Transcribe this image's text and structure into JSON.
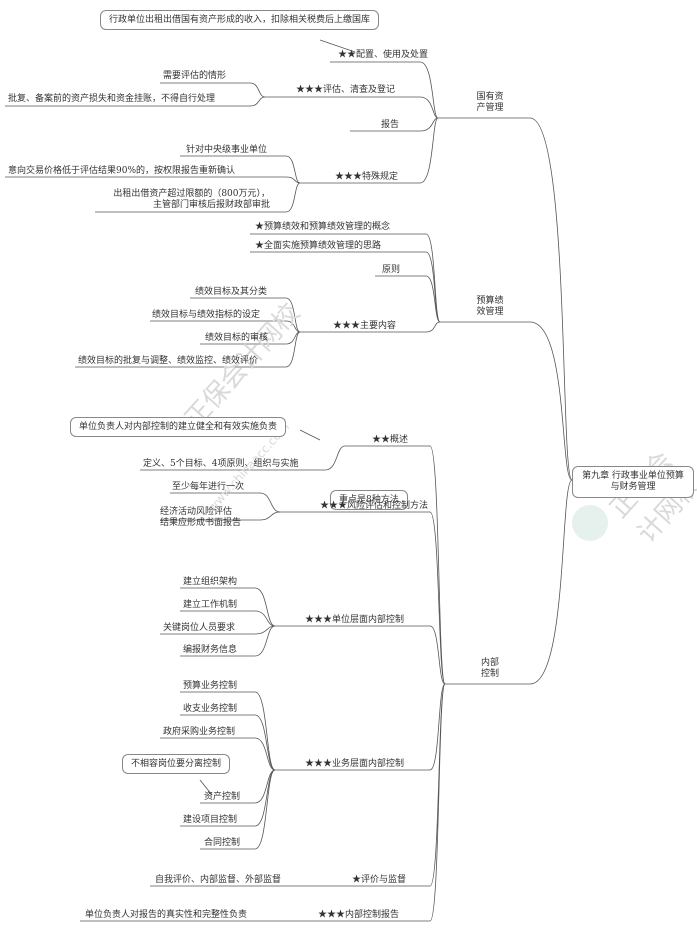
{
  "root": {
    "line1": "第九章 行政事业单位预算",
    "line2": "与财务管理"
  },
  "branches": {
    "guoyou": {
      "line1": "国有资",
      "line2": "产管理"
    },
    "yusuan": {
      "line1": "预算绩",
      "line2": "效管理"
    },
    "neibu": {
      "line1": "内部",
      "line2": "控制"
    }
  },
  "guoyou": {
    "peizhi": "★★配置、使用及处置",
    "peizhi_note": "行政单位出租出借国有资产形成的收入，扣除相关税费后上缴国库",
    "pinggu": "★★★评估、清查及登记",
    "pinggu_1": "需要评估的情形",
    "pinggu_2": "批复、备案前的资产损失和资金挂账，不得自行处理",
    "baogao": "报告",
    "teshu": "★★★特殊规定",
    "teshu_1": "针对中央级事业单位",
    "teshu_2": "意向交易价格低于评估结果90%的，按权限报告重新确认",
    "teshu_3a": "出租出借资产超过限额的（800万元），",
    "teshu_3b": "主管部门审核后报财政部审批"
  },
  "yusuan": {
    "gainian": "★预算绩效和预算绩效管理的概念",
    "silu": "★全面实施预算绩效管理的思路",
    "yuanze": "原则",
    "neirong": "★★★主要内容",
    "neirong_1": "绩效目标及其分类",
    "neirong_2": "绩效目标与绩效指标的设定",
    "neirong_3": "绩效目标的审核",
    "neirong_4": "绩效目标的批复与调整、绩效监控、绩效评价"
  },
  "neibu": {
    "gaishu": "★★概述",
    "gaishu_note": "单位负责人对内部控制的建立健全和有效实施负责",
    "gaishu_1": "定义、5个目标、4项原则、组织与实施",
    "fengxian": "★★★风险评估和控制方法",
    "fengxian_note": "重点是8种方法",
    "fengxian_1": "至少每年进行一次",
    "fengxian_2a": "经济活动风险评估",
    "fengxian_2b": "结果应形成书面报告",
    "danwei": "★★★单位层面内部控制",
    "danwei_1": "建立组织架构",
    "danwei_2": "建立工作机制",
    "danwei_3": "关键岗位人员要求",
    "danwei_4": "编报财务信息",
    "yewu": "★★★业务层面内部控制",
    "yewu_1": "预算业务控制",
    "yewu_2": "收支业务控制",
    "yewu_3": "政府采购业务控制",
    "yewu_note": "不相容岗位要分离控制",
    "yewu_4": "资产控制",
    "yewu_5": "建设项目控制",
    "yewu_6": "合同控制",
    "pingjia": "★评价与监督",
    "pingjia_1": "自我评价、内部监督、外部监督",
    "baogao": "★★★内部控制报告",
    "baogao_1": "单位负责人对报告的真实性和完整性负责"
  },
  "watermark": {
    "cn": "正保会计网校",
    "url": "www.chinaacc.com"
  }
}
